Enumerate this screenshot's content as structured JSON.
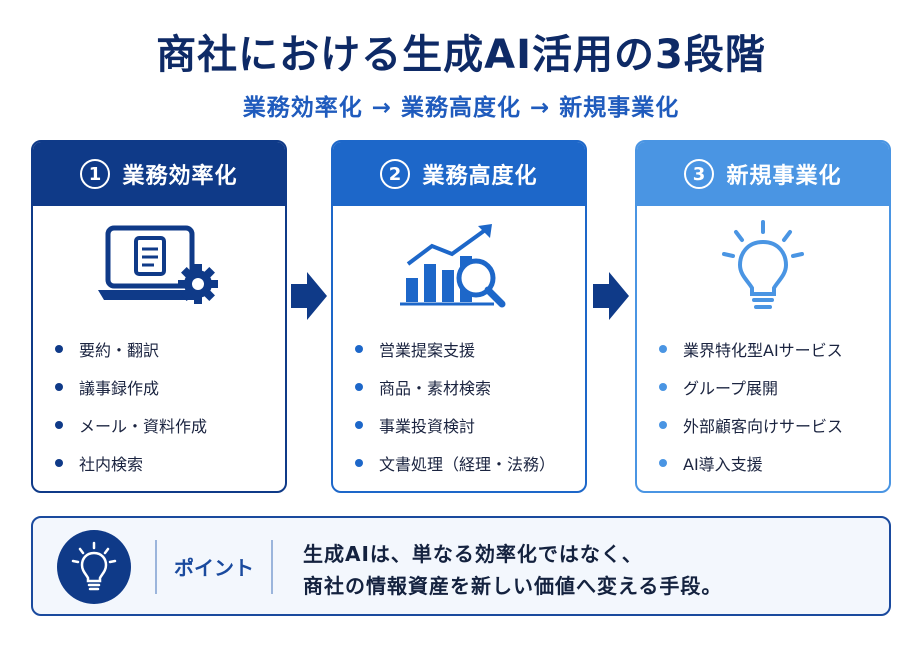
{
  "title": "商社における生成AI活用の3段階",
  "subtitle": "業務効率化 → 業務高度化 → 新規事業化",
  "colors": {
    "stage1": "#0f3a88",
    "stage2": "#1d67c9",
    "stage3": "#4a95e3",
    "title": "#0e2a66"
  },
  "stages": [
    {
      "number": "1",
      "title": "業務効率化",
      "icon": "laptop-document-gear-icon",
      "items": [
        "要約・翻訳",
        "議事録作成",
        "メール・資料作成",
        "社内検索"
      ]
    },
    {
      "number": "2",
      "title": "業務高度化",
      "icon": "bar-chart-magnifier-icon",
      "items": [
        "営業提案支援",
        "商品・素材検索",
        "事業投資検討",
        "文書処理（経理・法務）"
      ]
    },
    {
      "number": "3",
      "title": "新規事業化",
      "icon": "lightbulb-icon",
      "items": [
        "業界特化型AIサービス",
        "グループ展開",
        "外部顧客向けサービス",
        "AI導入支援"
      ]
    }
  ],
  "point": {
    "label": "ポイント",
    "icon": "lightbulb-icon",
    "line1": "生成AIは、単なる効率化ではなく、",
    "line2": "商社の情報資産を新しい価値へ変える手段。"
  }
}
